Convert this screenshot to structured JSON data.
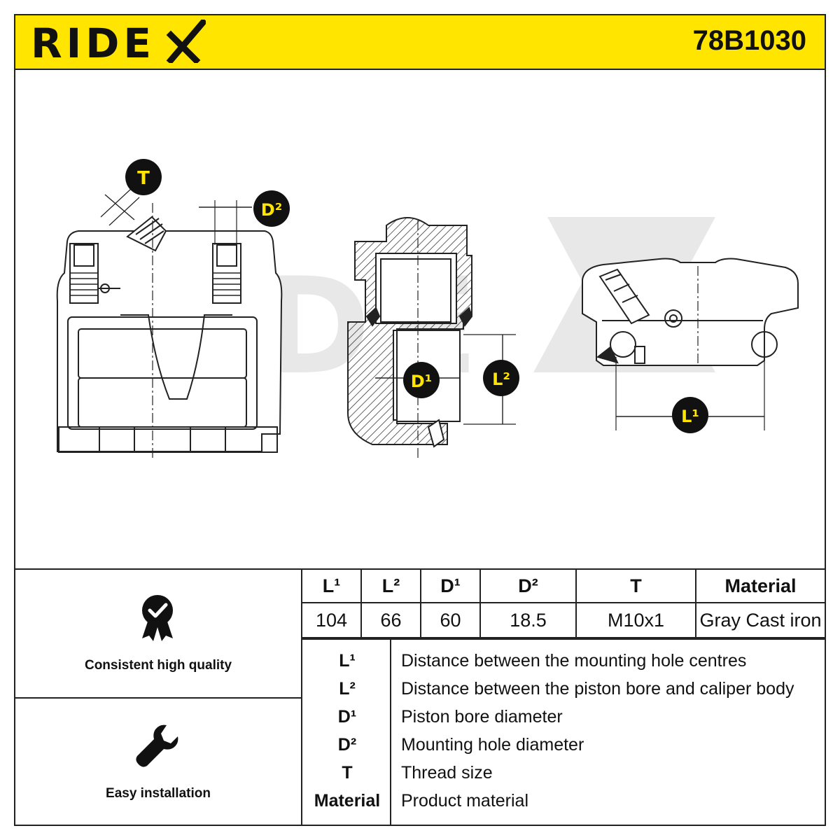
{
  "header": {
    "brand": "RIDEX",
    "part_number": "78B1030",
    "background_color": "#ffe500"
  },
  "drawing": {
    "watermark": "RIDEX",
    "dimension_labels": {
      "T": "T",
      "D2": "D²",
      "D1": "D¹",
      "L2": "L²",
      "L1": "L¹"
    }
  },
  "features": [
    {
      "icon": "quality-badge-icon",
      "label": "Consistent high quality"
    },
    {
      "icon": "wrench-icon",
      "label": "Easy installation"
    }
  ],
  "specs": {
    "headers": [
      "L¹",
      "L²",
      "D¹",
      "D²",
      "T",
      "Material"
    ],
    "values": [
      "104",
      "66",
      "60",
      "18.5",
      "M10x1",
      "Gray Cast iron"
    ]
  },
  "legend": [
    {
      "symbol": "L¹",
      "description": "Distance between the mounting hole centres"
    },
    {
      "symbol": "L²",
      "description": "Distance between the piston bore and caliper body"
    },
    {
      "symbol": "D¹",
      "description": "Piston bore diameter"
    },
    {
      "symbol": "D²",
      "description": "Mounting hole diameter"
    },
    {
      "symbol": "T",
      "description": "Thread size"
    },
    {
      "symbol": "Material",
      "description": "Product material"
    }
  ]
}
